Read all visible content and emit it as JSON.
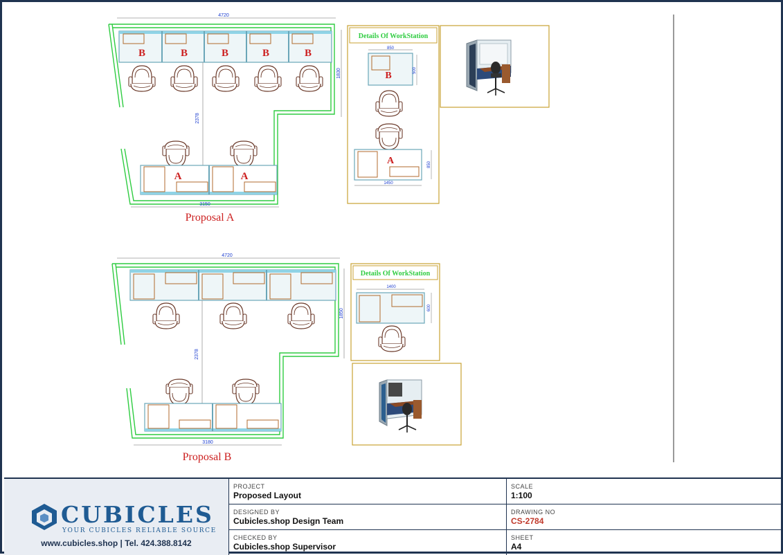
{
  "proposal_a": {
    "title": "Proposal A",
    "dims": {
      "width_top": "4720",
      "width_bottom": "3150",
      "depth_right": "1830",
      "depth_center": "2378"
    },
    "desk_b_label": "B",
    "desk_a_label": "A",
    "detail": {
      "title": "Details Of WorkStation",
      "b_width": "850",
      "b_depth": "500",
      "a_width": "1450",
      "a_depth": "850"
    }
  },
  "proposal_b": {
    "title": "Proposal B",
    "dims": {
      "width_top": "4720",
      "width_bottom": "3180",
      "depth_right": "1850",
      "depth_center": "2378"
    },
    "detail": {
      "title": "Details Of WorkStation",
      "width": "1400",
      "depth": "600"
    }
  },
  "colors": {
    "partition": "#2ecc40",
    "dimension_text": "#1a3ccf",
    "label_red": "#cc1f1f",
    "desk": "#b06a2c",
    "panel": "#8fd3e6",
    "detail_border": "#c8a232"
  },
  "title_block": {
    "logo": {
      "word": "CUBICLES",
      "tagline": "YOUR CUBICLES RELIABLE SOURCE",
      "contact": "www.cubicles.shop   |   Tel. 424.388.8142"
    },
    "project_label": "PROJECT",
    "project_value": "Proposed Layout",
    "designed_label": "DESIGNED BY",
    "designed_value": "Cubicles.shop Design Team",
    "checked_label": "CHECKED BY",
    "checked_value": "Cubicles.shop Supervisor",
    "scale_label": "SCALE",
    "scale_value": "1:100",
    "drawing_label": "DRAWING NO",
    "drawing_value": "CS-2784",
    "sheet_label": "SHEET",
    "sheet_value": "A4"
  }
}
